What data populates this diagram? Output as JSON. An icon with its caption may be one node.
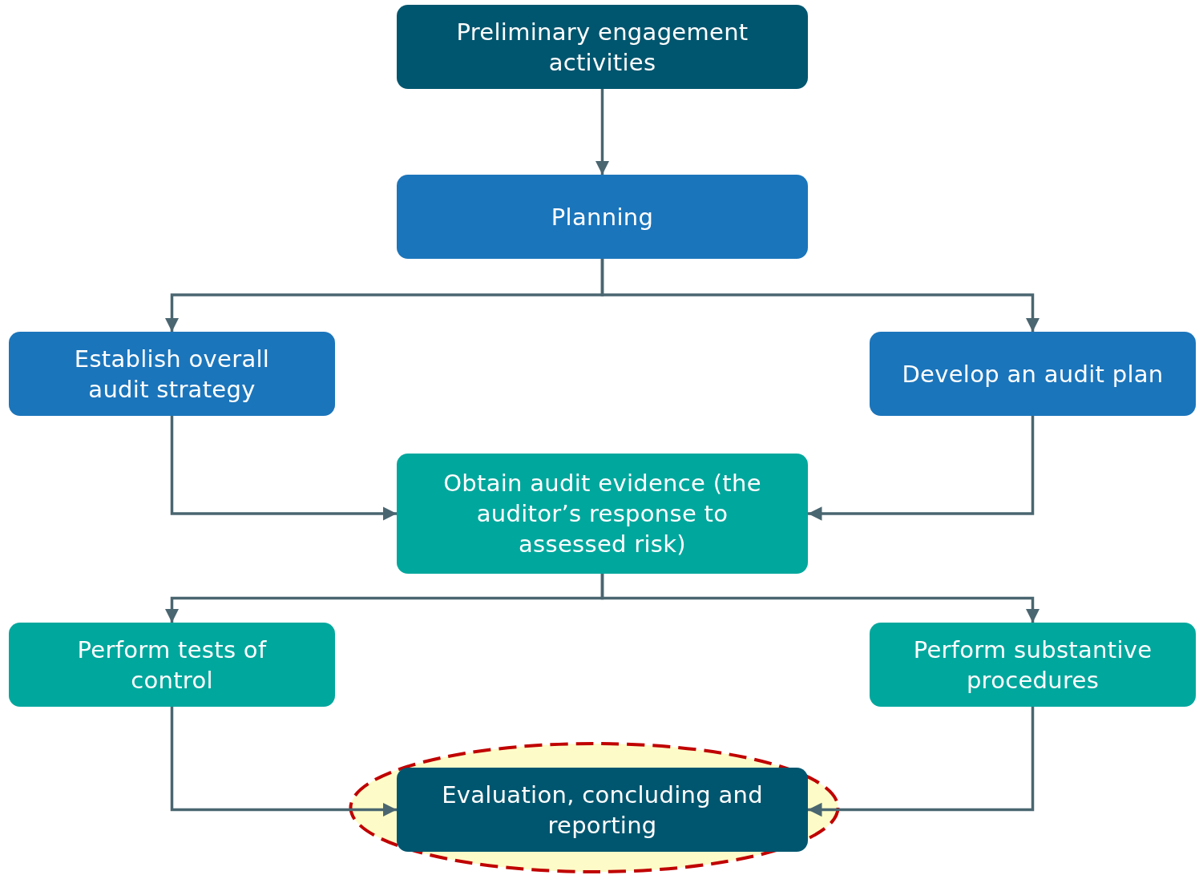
{
  "diagram": {
    "nodes": [
      {
        "text": [
          "Preliminary engagement activities"
        ]
      },
      {
        "text": [
          "Planning"
        ]
      },
      {
        "text": [
          "Establish overall audit strategy"
        ]
      },
      {
        "text": [
          "Develop an audit plan"
        ]
      },
      {
        "text": [
          "Obtain audit evidence (the auditor’s response to assessed risk)"
        ]
      },
      {
        "text": [
          "Perform tests of control"
        ]
      },
      {
        "text": [
          "Perform substantive procedures"
        ]
      },
      {
        "text": [
          "Evaluation, concluding and reporting"
        ]
      }
    ],
    "edges": [
      {
        "from": 0,
        "to": 1,
        "arrow": "to"
      },
      {
        "from": 1,
        "to": 2,
        "arrow": "to"
      },
      {
        "from": 1,
        "to": 3,
        "arrow": "to"
      },
      {
        "from": 2,
        "to": 4,
        "arrow": "to"
      },
      {
        "from": 3,
        "to": 4,
        "arrow": "to"
      },
      {
        "from": 4,
        "to": 5,
        "arrow": "to"
      },
      {
        "from": 4,
        "to": 6,
        "arrow": "to"
      },
      {
        "from": 5,
        "to": 7,
        "arrow": "to"
      },
      {
        "from": 6,
        "to": 7,
        "arrow": "to"
      }
    ]
  }
}
